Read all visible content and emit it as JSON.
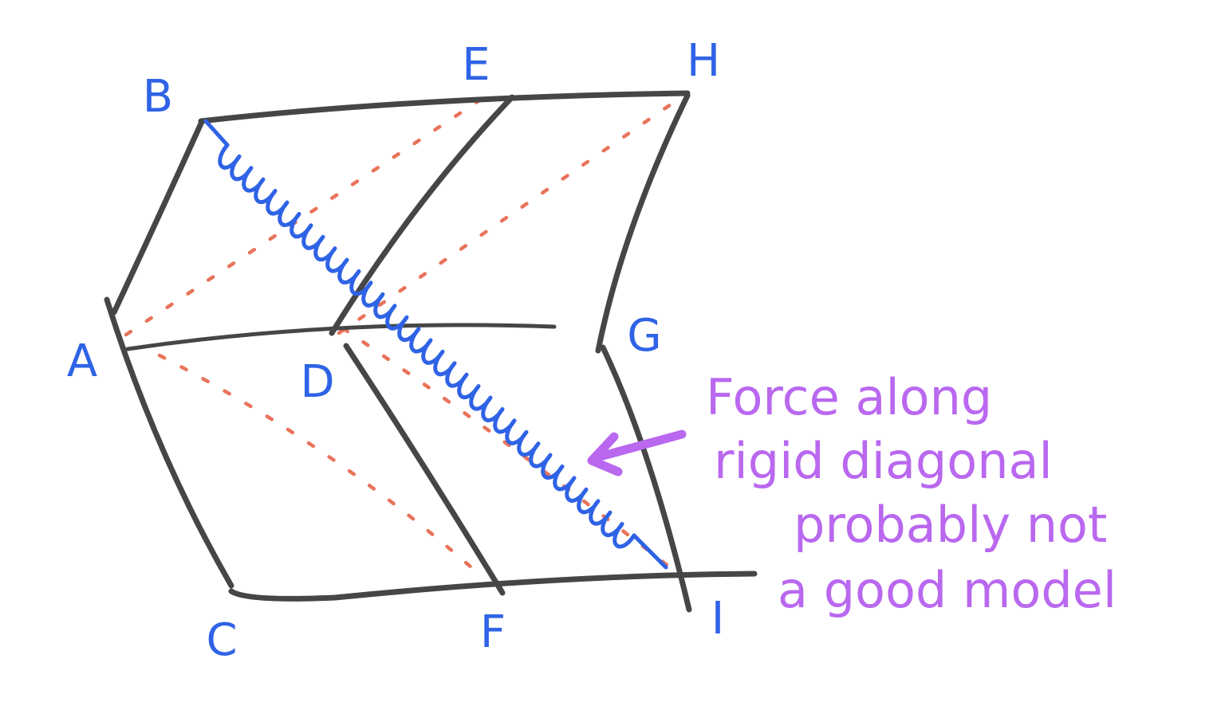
{
  "vertices": [
    {
      "id": "A",
      "label": "A"
    },
    {
      "id": "B",
      "label": "B"
    },
    {
      "id": "C",
      "label": "C"
    },
    {
      "id": "D",
      "label": "D"
    },
    {
      "id": "E",
      "label": "E"
    },
    {
      "id": "F",
      "label": "F"
    },
    {
      "id": "G",
      "label": "G"
    },
    {
      "id": "H",
      "label": "H"
    },
    {
      "id": "I",
      "label": "I"
    }
  ],
  "annotation": {
    "lines": [
      "Force along",
      "rigid diagonal",
      "probably not",
      "a good model"
    ]
  },
  "colors": {
    "frame": "#464646",
    "diagonals": "#e8735a",
    "spring": "#2f63e6",
    "labels": "#2f63e6",
    "annotation": "#b968ef"
  }
}
